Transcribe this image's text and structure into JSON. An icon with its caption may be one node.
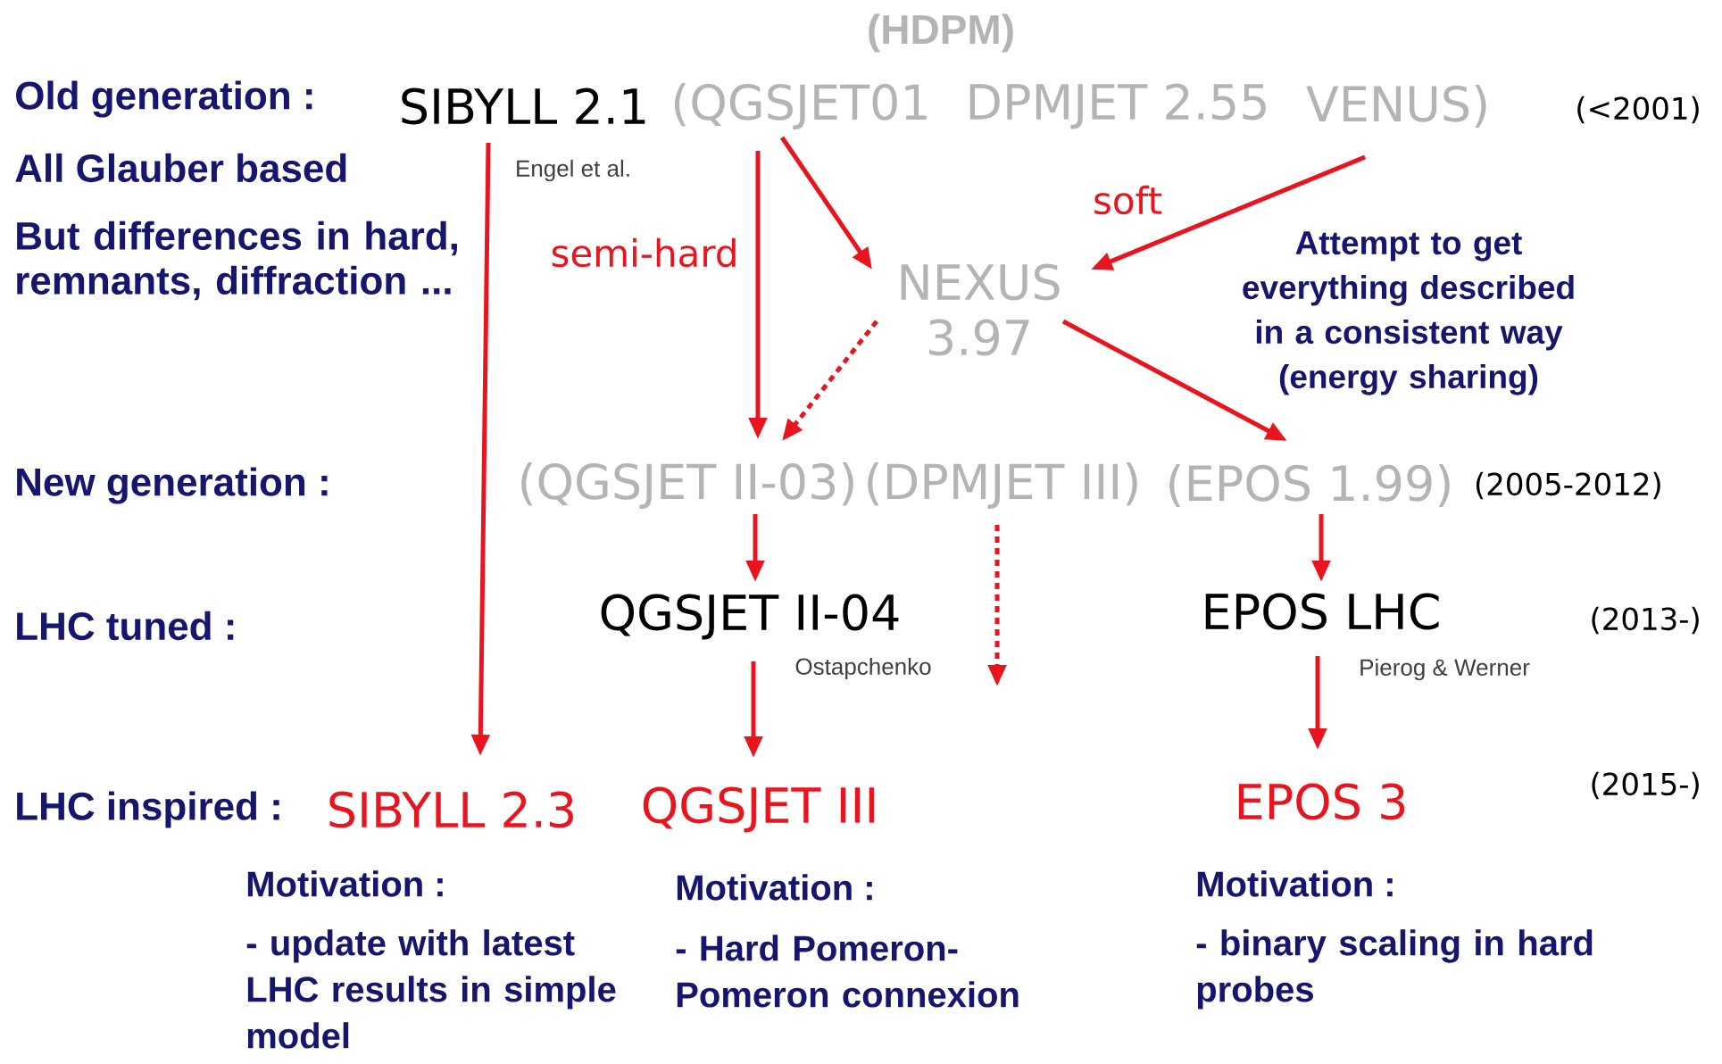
{
  "diagram": {
    "nodes": [
      {
        "text": [
          "SIBYLL 2.1"
        ],
        "beside": [
          "Engel et al."
        ]
      },
      {
        "text": [
          "(QGSJET01"
        ]
      },
      {
        "text": [
          "DPMJET 2.55"
        ]
      },
      {
        "text": [
          "VENUS)"
        ]
      },
      {
        "text": [
          "NEXUS 3.97"
        ]
      },
      {
        "text": [
          "(QGSJET II-03)"
        ]
      },
      {
        "text": [
          "(DPMJET III)"
        ]
      },
      {
        "text": [
          "(EPOS 1.99)"
        ]
      },
      {
        "text": [
          "QGSJET II-04"
        ],
        "beside": [
          "Ostapchenko"
        ]
      },
      {
        "text": [
          "EPOS LHC"
        ],
        "beside": [
          "Pierog & Werner"
        ]
      },
      {
        "text": [
          "SIBYLL 2.3"
        ]
      },
      {
        "text": [
          "QGSJET III"
        ]
      },
      {
        "text": [
          "EPOS 3"
        ]
      }
    ],
    "edges": [
      {
        "from": 0,
        "to": 10,
        "arrow": "to"
      },
      {
        "from": 1,
        "to": 5,
        "arrow": "to",
        "label": "semi-hard"
      },
      {
        "from": 1,
        "to": 4,
        "arrow": "to"
      },
      {
        "from": 3,
        "to": 4,
        "arrow": "to",
        "label": "soft"
      },
      {
        "from": 4,
        "to": 5,
        "arrow": "to",
        "style": "dashed"
      },
      {
        "from": 4,
        "to": 7,
        "arrow": "to"
      },
      {
        "from": 5,
        "to": 8,
        "arrow": "to"
      },
      {
        "from": 6,
        "to": null,
        "arrow": "to",
        "style": "dashed"
      },
      {
        "from": 7,
        "to": 9,
        "arrow": "to"
      },
      {
        "from": 8,
        "to": 11,
        "arrow": "to"
      },
      {
        "from": 9,
        "to": 12,
        "arrow": "to"
      }
    ],
    "labels": [
      "(HDPM)",
      "Old generation :",
      "(<2001)",
      "All Glauber based",
      "But differences in hard, remnants, diffraction ...",
      "Attempt to get everything described in a consistent way (energy sharing)",
      "New generation :",
      "(2005-2012)",
      "LHC tuned :",
      "(2013-)",
      "LHC inspired :",
      "(2015-)",
      "Motivation :",
      "Motivation :",
      "Motivation :",
      "- update with latest LHC results in simple model",
      "- Hard Pomeron-Pomeron connexion",
      "- binary scaling in hard probes"
    ]
  }
}
